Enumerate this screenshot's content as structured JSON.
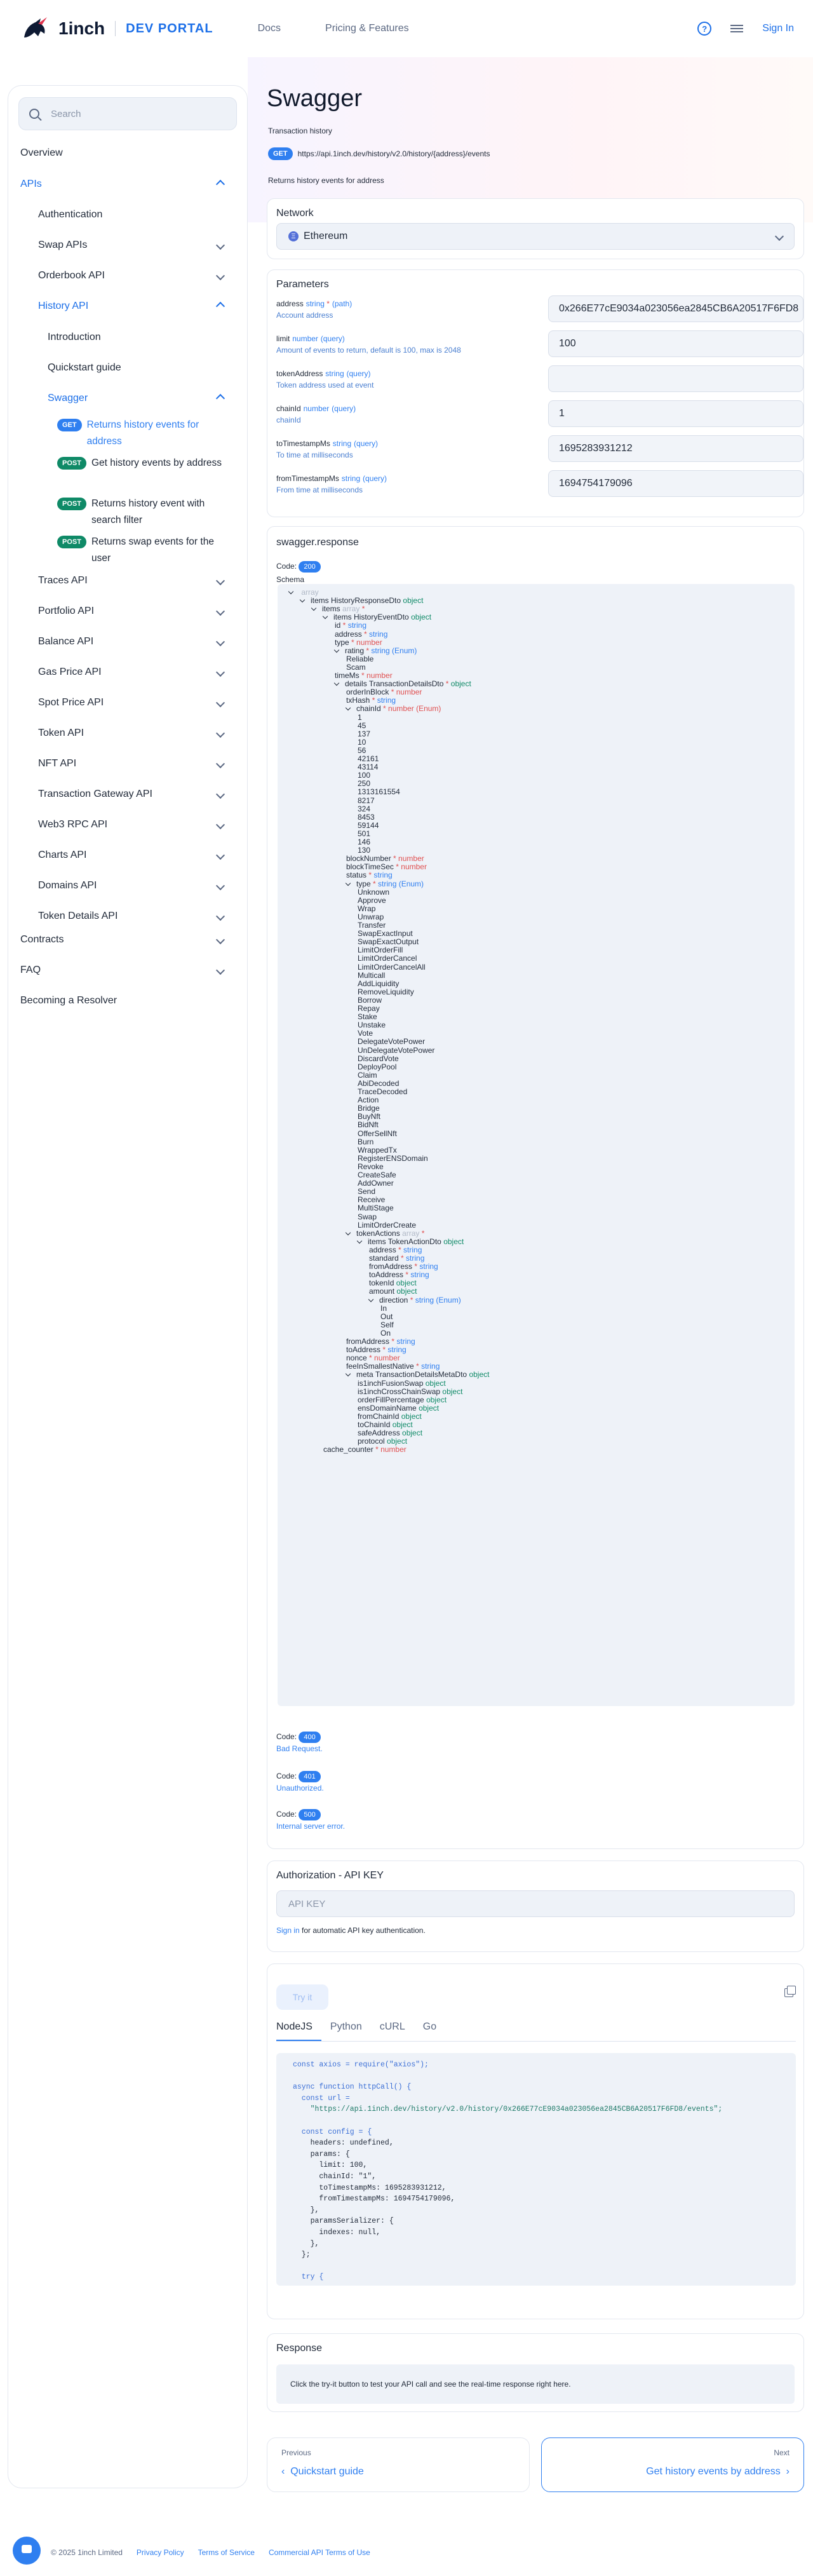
{
  "header": {
    "brand": "1inch",
    "brand_sub": "DEV PORTAL",
    "nav": [
      "Docs",
      "Pricing & Features"
    ],
    "signin": "Sign In",
    "help_icon": "?"
  },
  "sidebar": {
    "search_placeholder": "Search",
    "overview": "Overview",
    "apis": "APIs",
    "items": [
      "Authentication",
      "Swap APIs",
      "Orderbook API",
      "History API"
    ],
    "history_sub": [
      "Introduction",
      "Quickstart guide",
      "Swagger"
    ],
    "ops": [
      {
        "method": "GET",
        "label": "Returns history events for address"
      },
      {
        "method": "POST",
        "label": "Get history events by address"
      },
      {
        "method": "POST",
        "label": "Returns history event with search filter"
      },
      {
        "method": "POST",
        "label": "Returns swap events for the user"
      }
    ],
    "more": [
      "Traces API",
      "Portfolio API",
      "Balance API",
      "Gas Price API",
      "Spot Price API",
      "Token API",
      "NFT API",
      "Transaction Gateway API",
      "Web3 RPC API",
      "Charts API",
      "Domains API",
      "Token Details API"
    ],
    "bottom": [
      "Contracts",
      "FAQ",
      "Becoming a Resolver"
    ]
  },
  "page": {
    "title": "Swagger",
    "section": "Transaction history",
    "method": "GET",
    "url": "https://api.1inch.dev/history/v2.0/history/{address}/events",
    "description": "Returns history events for address"
  },
  "network": {
    "heading": "Network",
    "selected": "Ethereum",
    "icon": "Ξ"
  },
  "parameters": {
    "heading": "Parameters",
    "items": [
      {
        "name": "address",
        "type": "string",
        "required": true,
        "in": "(path)",
        "desc": "Account address",
        "value": "0x266E77cE9034a023056ea2845CB6A20517F6FD8"
      },
      {
        "name": "limit",
        "type": "number",
        "required": false,
        "in": "(query)",
        "desc": "Amount of events to return, default is 100, max is 2048",
        "value": "100"
      },
      {
        "name": "tokenAddress",
        "type": "string",
        "required": false,
        "in": "(query)",
        "desc": "Token address used at event",
        "value": ""
      },
      {
        "name": "chainId",
        "type": "number",
        "required": false,
        "in": "(query)",
        "desc": "chainId",
        "value": "1"
      },
      {
        "name": "toTimestampMs",
        "type": "string",
        "required": false,
        "in": "(query)",
        "desc": "To time at milliseconds",
        "value": "1695283931212"
      },
      {
        "name": "fromTimestampMs",
        "type": "string",
        "required": false,
        "in": "(query)",
        "desc": "From time at milliseconds",
        "value": "1694754179096"
      }
    ]
  },
  "response": {
    "heading": "swagger.response",
    "code_label": "Code:",
    "schema_label": "Schema",
    "codes": [
      {
        "code": "200"
      },
      {
        "code": "400",
        "desc": "Bad Request."
      },
      {
        "code": "401",
        "desc": "Unauthorized."
      },
      {
        "code": "500",
        "desc": "Internal server error."
      }
    ],
    "schema": [
      {
        "d": 0,
        "tog": true,
        "text": "",
        "t": "array",
        "tc": "gray"
      },
      {
        "d": 1,
        "tog": true,
        "text": "items",
        "t": "HistoryResponseDto",
        "tt": "object"
      },
      {
        "d": 2,
        "tog": true,
        "text": "items",
        "req": true,
        "t": "array",
        "tc": "gray"
      },
      {
        "d": 3,
        "tog": true,
        "text": "items",
        "t": "HistoryEventDto",
        "tt": "object"
      },
      {
        "d": 4,
        "text": "id",
        "req": true,
        "tt2": "string"
      },
      {
        "d": 4,
        "text": "address",
        "req": true,
        "tt2": "string"
      },
      {
        "d": 4,
        "text": "type",
        "req": true,
        "tn": "number"
      },
      {
        "d": 4,
        "tog": true,
        "text": "rating",
        "req": true,
        "tt2": "string (Enum)"
      },
      {
        "d": 5,
        "text": "Reliable"
      },
      {
        "d": 5,
        "text": "Scam"
      },
      {
        "d": 4,
        "text": "timeMs",
        "req": true,
        "tn": "number"
      },
      {
        "d": 4,
        "tog": true,
        "text": "details",
        "req": true,
        "t": "TransactionDetailsDto",
        "tt": "object"
      },
      {
        "d": 5,
        "text": "orderInBlock",
        "req": true,
        "tn": "number"
      },
      {
        "d": 5,
        "text": "txHash",
        "req": true,
        "tt2": "string"
      },
      {
        "d": 5,
        "tog": true,
        "text": "chainId",
        "req": true,
        "tn": "number (Enum)"
      },
      {
        "d": 6,
        "text": "1"
      },
      {
        "d": 6,
        "text": "45"
      },
      {
        "d": 6,
        "text": "137"
      },
      {
        "d": 6,
        "text": "10"
      },
      {
        "d": 6,
        "text": "56"
      },
      {
        "d": 6,
        "text": "42161"
      },
      {
        "d": 6,
        "text": "43114"
      },
      {
        "d": 6,
        "text": "100"
      },
      {
        "d": 6,
        "text": "250"
      },
      {
        "d": 6,
        "text": "1313161554"
      },
      {
        "d": 6,
        "text": "8217"
      },
      {
        "d": 6,
        "text": "324"
      },
      {
        "d": 6,
        "text": "8453"
      },
      {
        "d": 6,
        "text": "59144"
      },
      {
        "d": 6,
        "text": "501"
      },
      {
        "d": 6,
        "text": "146"
      },
      {
        "d": 6,
        "text": "130"
      },
      {
        "d": 5,
        "text": "blockNumber",
        "req": true,
        "tn": "number"
      },
      {
        "d": 5,
        "text": "blockTimeSec",
        "req": true,
        "tn": "number"
      },
      {
        "d": 5,
        "text": "status",
        "req": true,
        "tt2": "string"
      },
      {
        "d": 5,
        "tog": true,
        "text": "type",
        "req": true,
        "tt2": "string (Enum)"
      },
      {
        "d": 6,
        "text": "Unknown"
      },
      {
        "d": 6,
        "text": "Approve"
      },
      {
        "d": 6,
        "text": "Wrap"
      },
      {
        "d": 6,
        "text": "Unwrap"
      },
      {
        "d": 6,
        "text": "Transfer"
      },
      {
        "d": 6,
        "text": "SwapExactInput"
      },
      {
        "d": 6,
        "text": "SwapExactOutput"
      },
      {
        "d": 6,
        "text": "LimitOrderFill"
      },
      {
        "d": 6,
        "text": "LimitOrderCancel"
      },
      {
        "d": 6,
        "text": "LimitOrderCancelAll"
      },
      {
        "d": 6,
        "text": "Multicall"
      },
      {
        "d": 6,
        "text": "AddLiquidity"
      },
      {
        "d": 6,
        "text": "RemoveLiquidity"
      },
      {
        "d": 6,
        "text": "Borrow"
      },
      {
        "d": 6,
        "text": "Repay"
      },
      {
        "d": 6,
        "text": "Stake"
      },
      {
        "d": 6,
        "text": "Unstake"
      },
      {
        "d": 6,
        "text": "Vote"
      },
      {
        "d": 6,
        "text": "DelegateVotePower"
      },
      {
        "d": 6,
        "text": "UnDelegateVotePower"
      },
      {
        "d": 6,
        "text": "DiscardVote"
      },
      {
        "d": 6,
        "text": "DeployPool"
      },
      {
        "d": 6,
        "text": "Claim"
      },
      {
        "d": 6,
        "text": "AbiDecoded"
      },
      {
        "d": 6,
        "text": "TraceDecoded"
      },
      {
        "d": 6,
        "text": "Action"
      },
      {
        "d": 6,
        "text": "Bridge"
      },
      {
        "d": 6,
        "text": "BuyNft"
      },
      {
        "d": 6,
        "text": "BidNft"
      },
      {
        "d": 6,
        "text": "OfferSellNft"
      },
      {
        "d": 6,
        "text": "Burn"
      },
      {
        "d": 6,
        "text": "WrappedTx"
      },
      {
        "d": 6,
        "text": "RegisterENSDomain"
      },
      {
        "d": 6,
        "text": "Revoke"
      },
      {
        "d": 6,
        "text": "CreateSafe"
      },
      {
        "d": 6,
        "text": "AddOwner"
      },
      {
        "d": 6,
        "text": "Send"
      },
      {
        "d": 6,
        "text": "Receive"
      },
      {
        "d": 6,
        "text": "MultiStage"
      },
      {
        "d": 6,
        "text": "Swap"
      },
      {
        "d": 6,
        "text": "LimitOrderCreate"
      },
      {
        "d": 5,
        "tog": true,
        "text": "tokenActions",
        "req": true,
        "t": "array",
        "tc": "gray"
      },
      {
        "d": 6,
        "tog": true,
        "text": "items",
        "t": "TokenActionDto",
        "tt": "object"
      },
      {
        "d": 7,
        "text": "address",
        "req": true,
        "tt2": "string"
      },
      {
        "d": 7,
        "text": "standard",
        "req": true,
        "tt2": "string"
      },
      {
        "d": 7,
        "text": "fromAddress",
        "req": true,
        "tt2": "string"
      },
      {
        "d": 7,
        "text": "toAddress",
        "req": true,
        "tt2": "string"
      },
      {
        "d": 7,
        "text": "tokenId",
        "tt": "object"
      },
      {
        "d": 7,
        "text": "amount",
        "tt": "object"
      },
      {
        "d": 7,
        "tog": true,
        "text": "direction",
        "req": true,
        "tt2": "string (Enum)"
      },
      {
        "d": 8,
        "text": "In"
      },
      {
        "d": 8,
        "text": "Out"
      },
      {
        "d": 8,
        "text": "Self"
      },
      {
        "d": 8,
        "text": "On"
      },
      {
        "d": 5,
        "text": "fromAddress",
        "req": true,
        "tt2": "string"
      },
      {
        "d": 5,
        "text": "toAddress",
        "req": true,
        "tt2": "string"
      },
      {
        "d": 5,
        "text": "nonce",
        "req": true,
        "tn": "number"
      },
      {
        "d": 5,
        "text": "feeInSmallestNative",
        "req": true,
        "tt2": "string"
      },
      {
        "d": 5,
        "tog": true,
        "text": "meta",
        "t": "TransactionDetailsMetaDto",
        "tt": "object"
      },
      {
        "d": 6,
        "text": "is1inchFusionSwap",
        "tt": "object"
      },
      {
        "d": 6,
        "text": "is1inchCrossChainSwap",
        "tt": "object"
      },
      {
        "d": 6,
        "text": "orderFillPercentage",
        "tt": "object"
      },
      {
        "d": 6,
        "text": "ensDomainName",
        "tt": "object"
      },
      {
        "d": 6,
        "text": "fromChainId",
        "tt": "object"
      },
      {
        "d": 6,
        "text": "toChainId",
        "tt": "object"
      },
      {
        "d": 6,
        "text": "safeAddress",
        "tt": "object"
      },
      {
        "d": 6,
        "text": "protocol",
        "tt": "object"
      },
      {
        "d": 3,
        "text": "cache_counter",
        "req": true,
        "tn": "number"
      }
    ]
  },
  "auth": {
    "heading": "Authorization - API KEY",
    "placeholder": "API KEY",
    "signin_link": "Sign in",
    "signin_rest": " for automatic API key authentication."
  },
  "code": {
    "tryit": "Try it",
    "tabs": [
      "NodeJS",
      "Python",
      "cURL",
      "Go"
    ],
    "lines": [
      "const axios = require(\"axios\");",
      "",
      "async function httpCall() {",
      "  const url =",
      "    \"https://api.1inch.dev/history/v2.0/history/0x266E77cE9034a023056ea2845CB6A20517F6FD8/events\";",
      "",
      "  const config = {",
      "    headers: undefined,",
      "    params: {",
      "      limit: 100,",
      "      chainId: \"1\",",
      "      toTimestampMs: 1695283931212,",
      "      fromTimestampMs: 1694754179096,",
      "    },",
      "    paramsSerializer: {",
      "      indexes: null,",
      "    },",
      "  };",
      "",
      "  try {"
    ]
  },
  "result": {
    "heading": "Response",
    "hint": "Click the try-it button to test your API call and see the real-time response right here."
  },
  "pager": {
    "prev_label": "Previous",
    "prev": "Quickstart guide",
    "next_label": "Next",
    "next": "Get history events by address"
  },
  "footer": {
    "copyright": "© 2025 1inch Limited",
    "links": [
      "Privacy Policy",
      "Terms of Service",
      "Commercial API Terms of Use"
    ]
  },
  "colors": {
    "accent": "#1c6fe8",
    "get": "#2f7ff0",
    "post": "#0f8a67",
    "required": "#e05050"
  }
}
